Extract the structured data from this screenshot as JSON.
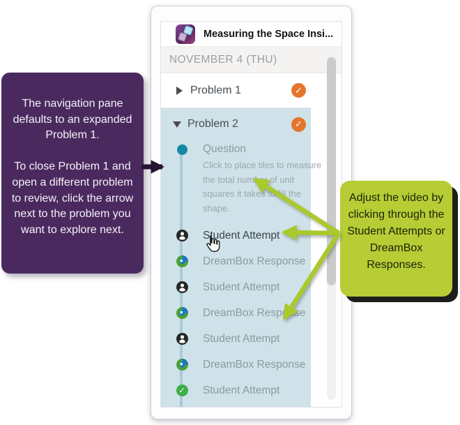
{
  "app": {
    "title": "Measuring the Space Insi...",
    "icon": "lesson-thumbnail-icon"
  },
  "nav": {
    "date_header": "NOVEMBER 4 (THU)",
    "problems": [
      {
        "label": "Problem 1",
        "state": "collapsed",
        "status": "complete"
      },
      {
        "label": "Problem 2",
        "state": "expanded",
        "status": "complete"
      }
    ],
    "timeline": [
      {
        "label": "Question",
        "icon": "question-dot",
        "description": "Click to place tiles to measure the total number of unit squares it takes to fill the shape."
      },
      {
        "label": "Student Attempt",
        "icon": "student-attempt",
        "active": true
      },
      {
        "label": "DreamBox Response",
        "icon": "dreambox-response"
      },
      {
        "label": "Student Attempt",
        "icon": "student-attempt"
      },
      {
        "label": "DreamBox Response",
        "icon": "dreambox-response"
      },
      {
        "label": "Student Attempt",
        "icon": "student-attempt"
      },
      {
        "label": "DreamBox Response",
        "icon": "dreambox-response"
      },
      {
        "label": "Student Attempt",
        "icon": "student-attempt-complete"
      }
    ]
  },
  "callouts": {
    "left": {
      "paragraph1": "The navigation pane defaults to an expanded Problem 1.",
      "paragraph2": "To close Problem 1 and open a different problem to review, click the arrow next to the problem you want to explore next."
    },
    "right": {
      "text": "Adjust the video by clicking through the Student Attempts or DreamBox Responses."
    }
  },
  "colors": {
    "expanded_section_bg": "#cfe2e9",
    "status_badge_orange": "#e4762b",
    "question_dot_teal": "#1688a6",
    "student_complete_green": "#3fae49",
    "left_callout_purple": "#4a2a5e",
    "right_callout_green": "#b7cc35",
    "arrow_green": "#a9c92c",
    "arrow_purple": "#251332"
  }
}
